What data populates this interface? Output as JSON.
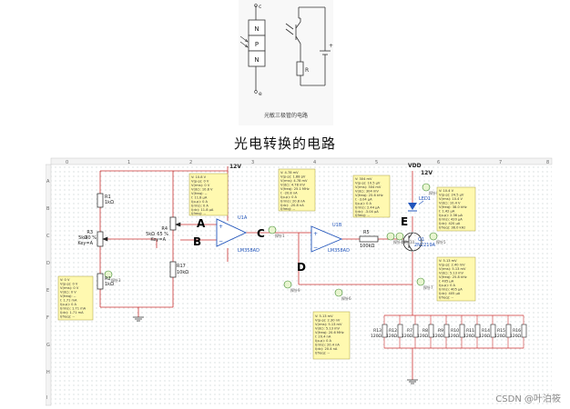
{
  "top_figure": {
    "layers": [
      "N",
      "P",
      "N"
    ],
    "terminal_c": "c",
    "terminal_e": "e",
    "resistor_label": "R",
    "caption": "光敏三极管的电路"
  },
  "title": "光电转换的电路",
  "watermark": "CSDN @叶泊筱",
  "schematic": {
    "ruler_numbers": [
      "0",
      "1",
      "2",
      "3",
      "4",
      "5",
      "6",
      "7",
      "8"
    ],
    "ruler_letters": [
      "A",
      "B",
      "C",
      "D",
      "E",
      "F",
      "G",
      "H",
      "I"
    ],
    "supply_labels": [
      "12V",
      "VDD",
      "12V"
    ],
    "markers": [
      "A",
      "B",
      "C",
      "D",
      "E"
    ],
    "components": {
      "r1": [
        "R1",
        "1kΩ"
      ],
      "r2": [
        "R2",
        "1kΩ"
      ],
      "r3": [
        "R3",
        "5kΩ",
        "40 %",
        "Key=A"
      ],
      "r4": [
        "R4",
        "5kΩ",
        "65 %",
        "Key=A"
      ],
      "r17": [
        "R17",
        "10kΩ"
      ],
      "r5": [
        "R5",
        "100kΩ"
      ],
      "u1a": [
        "U1A",
        "LM358AD"
      ],
      "u1b": [
        "U1B",
        "LM358AD"
      ],
      "led": "LED1",
      "q1": [
        "Q1",
        "2N2219A"
      ],
      "resistor_bank": [
        "R13",
        "R12",
        "R7",
        "R8",
        "R9",
        "R10",
        "R11",
        "R14",
        "R15",
        "R16"
      ],
      "resistor_bank_value": "120Ω"
    },
    "probes": [
      "探针3",
      "探针2",
      "探针1",
      "探针4",
      "探针5",
      "探针6",
      "探针7",
      "探针8",
      "探针9",
      "探针10"
    ],
    "probe_boxes": {
      "p1": [
        "V: 10.8 V",
        "V(p-p): 0 V",
        "V(rms): 0 V",
        "V(dc): 10.8 V",
        "V(freq): --",
        "I: 11.8 μA",
        "I(p-p): 0 A",
        "I(rms): 0 A",
        "I(dc): 11.8 μA",
        "I(freq): --"
      ],
      "p2": [
        "V: 4.78 mV",
        "V(p-p): 1.88 pV",
        "V(rms): 4.78 mV",
        "V(dc): 4.78 mV",
        "V(freq): 25.1 MHz",
        "I: -20.8 nA",
        "I(p-p): 0 A",
        "I(rms): 20.8 nA",
        "I(dc): -20.8 nA",
        "I(freq): --"
      ],
      "p3": [
        "V: 304 mV",
        "V(p-p): 10.5 μV",
        "V(rms): 304 mV",
        "V(dc): 304 mV",
        "V(freq): 25.6 kHz",
        "I: -3.04 μA",
        "I(p-p): 0 A",
        "I(rms): 2.44 μA",
        "I(dc): -3.04 μA",
        "I(freq): --"
      ],
      "p4": [
        "V: 10.4 V",
        "V(p-p): 24.5 μV",
        "V(rms): 10.4 V",
        "V(dc): 10.4 V",
        "V(freq): 38.0 kHz",
        "I: 1.42 μA",
        "I(p-p): 2.36 μA",
        "I(rms): 420 μA",
        "I(dc): 420 μA",
        "I(freq): 38.0 kHz"
      ],
      "p5": [
        "V: 0 V",
        "V(p-p): 0 V",
        "V(rms): 0 V",
        "V(dc): 0 V",
        "V(freq): --",
        "I: 1.71 mA",
        "I(p-p): 0 A",
        "I(rms): 1.71 mA",
        "I(dc): 1.71 mA",
        "I(freq): --"
      ],
      "p6": [
        "V: 5.13 mV",
        "V(p-p): 2.30 nV",
        "V(rms): 5.13 mV",
        "V(dc): 5.13 mV",
        "V(freq): 20.6 MHz",
        "I: 20.4 nA",
        "I(p-p): 0 A",
        "I(rms): 20.4 nA",
        "I(dc): 20.4 nA",
        "I(freq): --"
      ],
      "p7": [
        "V: 5.13 mV",
        "V(p-p): 2.40 mV",
        "V(rms): 5.13 mV",
        "V(dc): 5.13 mV",
        "V(freq): 25.8 kHz",
        "I: 405 μA",
        "I(p-p): 0 A",
        "I(rms): 405 μA",
        "I(dc): 405 μA",
        "I(freq): --"
      ]
    }
  }
}
